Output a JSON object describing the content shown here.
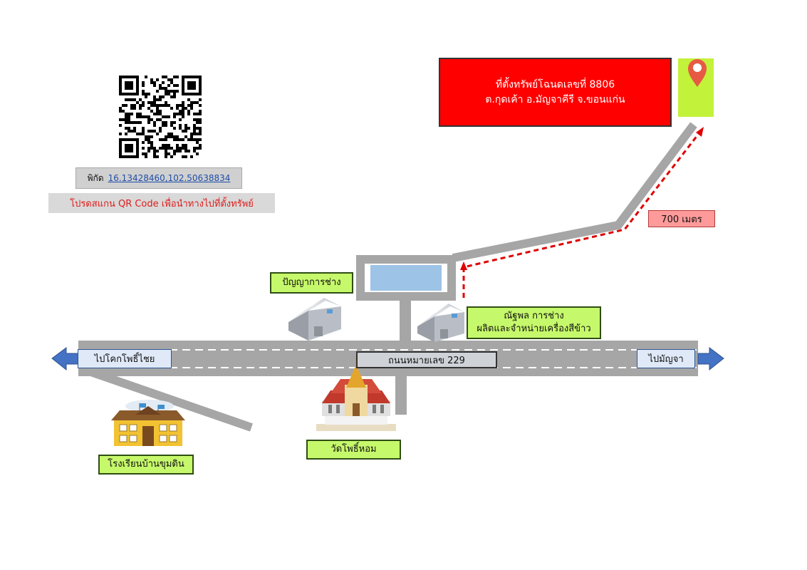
{
  "colors": {
    "road": "#a6a6a6",
    "road_dash": "#ffffff",
    "route_dashed": "#e00000",
    "title_bg": "#ff0000",
    "label_green": "#c6f86b",
    "plot_green": "#c3f23a",
    "pin": "#e65a43",
    "arrow_blue": "#4472c4",
    "building_blue": "#9dc3e6"
  },
  "qr": {
    "icon": "qr-code-icon"
  },
  "coordinates": {
    "prefix": "พิกัด",
    "value": "16.13428460,102.50638834"
  },
  "scan_instruction": "โปรดสแกน QR Code เพื่อนำทางไปที่ตั้งทรัพย์",
  "property_title": {
    "line1": "ที่ตั้งทรัพย์โฉนดเลขที่ 8806",
    "line2": "ต.กุดเค้า อ.มัญจาคีรี จ.ขอนแก่น"
  },
  "property_marker": {
    "icon": "map-pin-icon"
  },
  "distance_label": "700 เมตร",
  "landmarks": {
    "shop1": "ปัญญาการช่าง",
    "shop2_line1": "ณัฐพล การช่าง",
    "shop2_line2": "ผลิตและจำหน่ายเครื่องสีข้าว",
    "temple": "วัดโพธิ์หอม",
    "school": "โรงเรียนบ้านขุมดิน"
  },
  "road": {
    "name": "ถนนหมายเลข 229",
    "to_left": "ไปโคกโพธิ์ไชย",
    "to_right": "ไปมัญจา"
  }
}
